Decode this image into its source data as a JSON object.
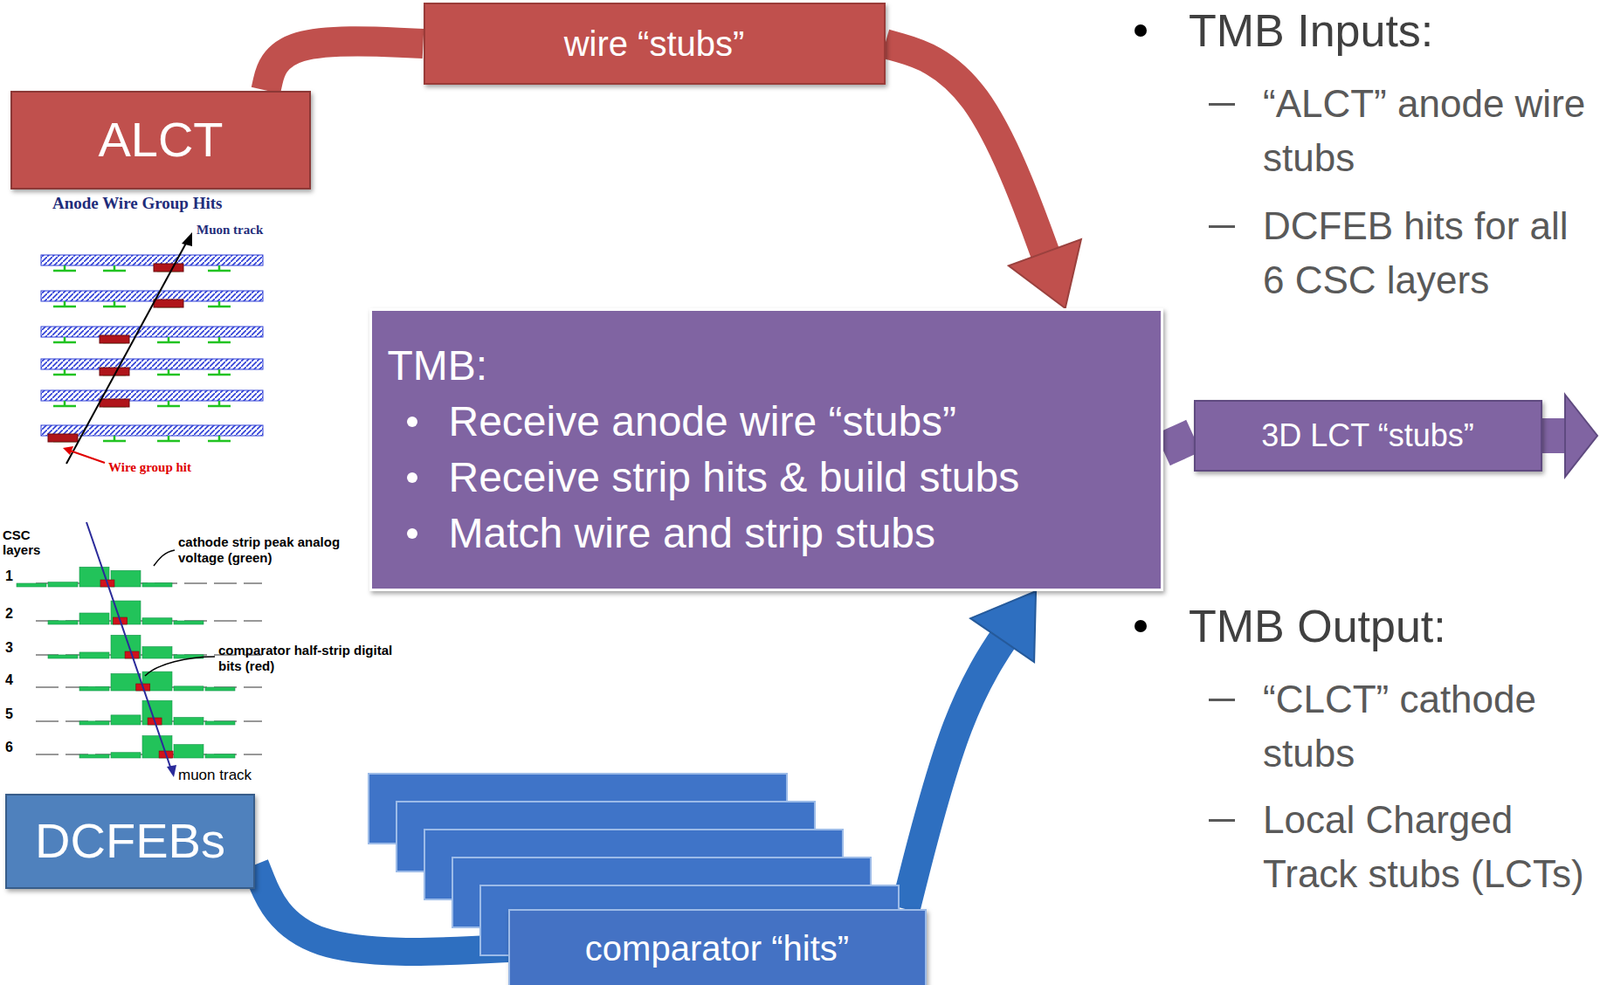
{
  "diagram": {
    "nodes": [
      {
        "text": [
          "ALCT"
        ]
      },
      {
        "text": [
          "wire “stubs”"
        ]
      },
      {
        "text": [
          "TMB:",
          "Receive anode wire “stubs”",
          "Receive strip hits & build stubs",
          "Match wire and strip stubs"
        ]
      },
      {
        "text": [
          "3D LCT “stubs”"
        ]
      },
      {
        "text": [
          "DCFEBs"
        ]
      },
      {
        "text": [
          "comparator “hits”"
        ]
      }
    ],
    "edges": [
      {
        "from": 0,
        "to": 1,
        "arrow": "none"
      },
      {
        "from": 1,
        "to": 2,
        "arrow": "to"
      },
      {
        "from": 2,
        "to": 3,
        "arrow": "none"
      },
      {
        "from": 4,
        "to": 5,
        "arrow": "none"
      },
      {
        "from": 5,
        "to": 2,
        "arrow": "to"
      }
    ],
    "labels": [
      "Anode Wire Group Hits",
      "Muon track",
      "Wire group hit",
      "CSC layers",
      "1",
      "2",
      "3",
      "4",
      "5",
      "6",
      "cathode strip peak analog voltage (green)",
      "comparator half-strip digital bits (red)",
      "muon track",
      "TMB Inputs:",
      "“ALCT” anode wire stubs",
      "DCFEB hits for all 6 CSC layers",
      "TMB Output:",
      "“CLCT” cathode stubs",
      "Local Charged Track stubs (LCTs)"
    ]
  }
}
